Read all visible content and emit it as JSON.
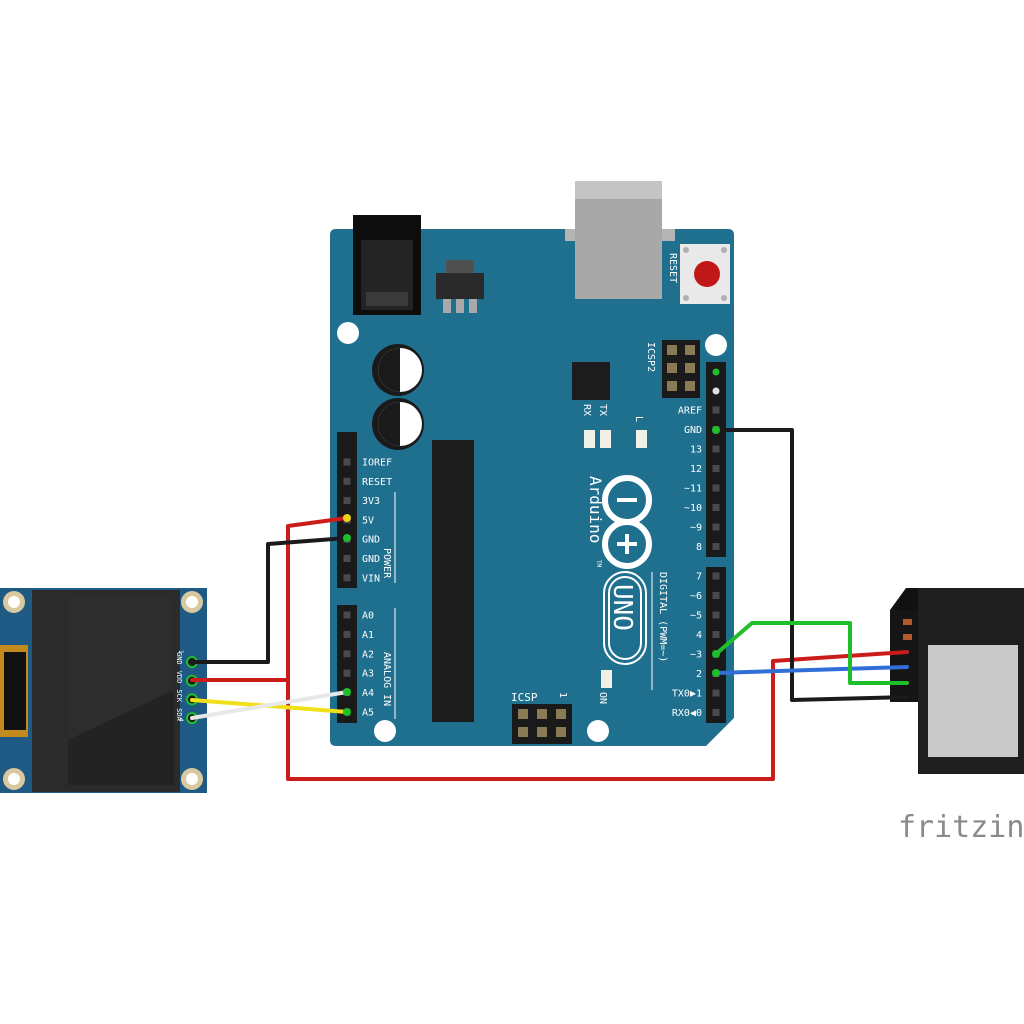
{
  "board": {
    "reset_label": "RESET",
    "icsp2_label": "ICSP2",
    "icsp_label": "ICSP",
    "icsp_pin1_label": "1",
    "tx_label": "TX",
    "rx_label": "RX",
    "l_label": "L",
    "on_label": "ON",
    "brand_label": "Arduino",
    "tm_label": "TM",
    "model_label": "UNO",
    "digital_label": "DIGITAL (PWM=~)",
    "power_label": "POWER",
    "analog_label": "ANALOG IN",
    "power_pins": [
      "IOREF",
      "RESET",
      "3V3",
      "5V",
      "GND",
      "GND",
      "VIN"
    ],
    "analog_pins": [
      "A0",
      "A1",
      "A2",
      "A3",
      "A4",
      "A5"
    ],
    "digital_upper_pins": [
      "AREF",
      "GND",
      "13",
      "12",
      "~11",
      "~10",
      "~9",
      "8"
    ],
    "digital_lower_pins": [
      "7",
      "~6",
      "~5",
      "4",
      "~3",
      "2",
      "TX0▶1",
      "RX0◀0"
    ]
  },
  "oled": {
    "pin_labels": [
      "GND",
      "VDD",
      "SCK",
      "SDA"
    ],
    "pin1_label": "1",
    "pin4_label": "4"
  },
  "watermark": "fritzing",
  "colors": {
    "board": "#1f6f8f",
    "wire_red": "#cc1b1b",
    "wire_black": "#1a1a1a",
    "wire_green": "#1fbe2b",
    "wire_blue": "#2f6fd6",
    "wire_yellow": "#f0e01a",
    "wire_white": "#e8e8e8",
    "module_body": "#1e1e1e",
    "module_window": "#c9c9c9"
  }
}
